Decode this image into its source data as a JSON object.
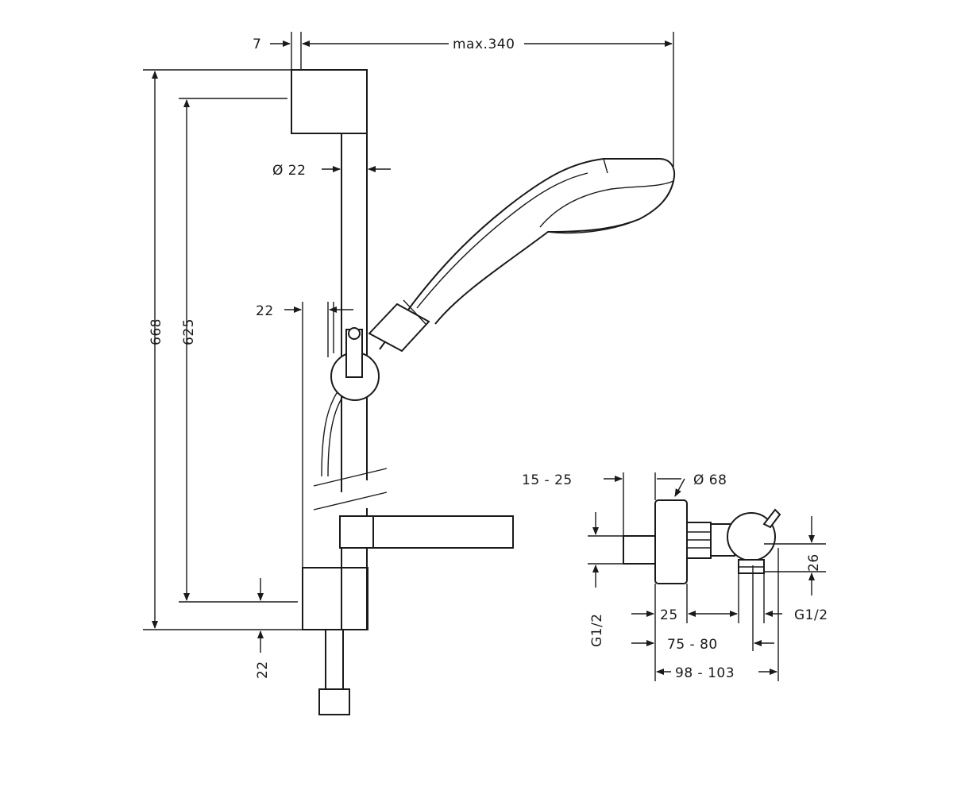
{
  "dimensions": {
    "top_offset": "7",
    "max_reach": "max.340",
    "rail_diameter": "Ø 22",
    "slider_offset": "22",
    "total_height": "668",
    "bracket_spacing": "625",
    "bottom_offset": "22",
    "mixer_wall_offset": "15 - 25",
    "mixer_rosette": "Ø 68",
    "mixer_outlet_height": "26",
    "inlet_thread": "G1/2",
    "outlet_thread": "G1/2",
    "body_depth": "25",
    "projection_min": "75 - 80",
    "projection_max": "98 - 103"
  }
}
